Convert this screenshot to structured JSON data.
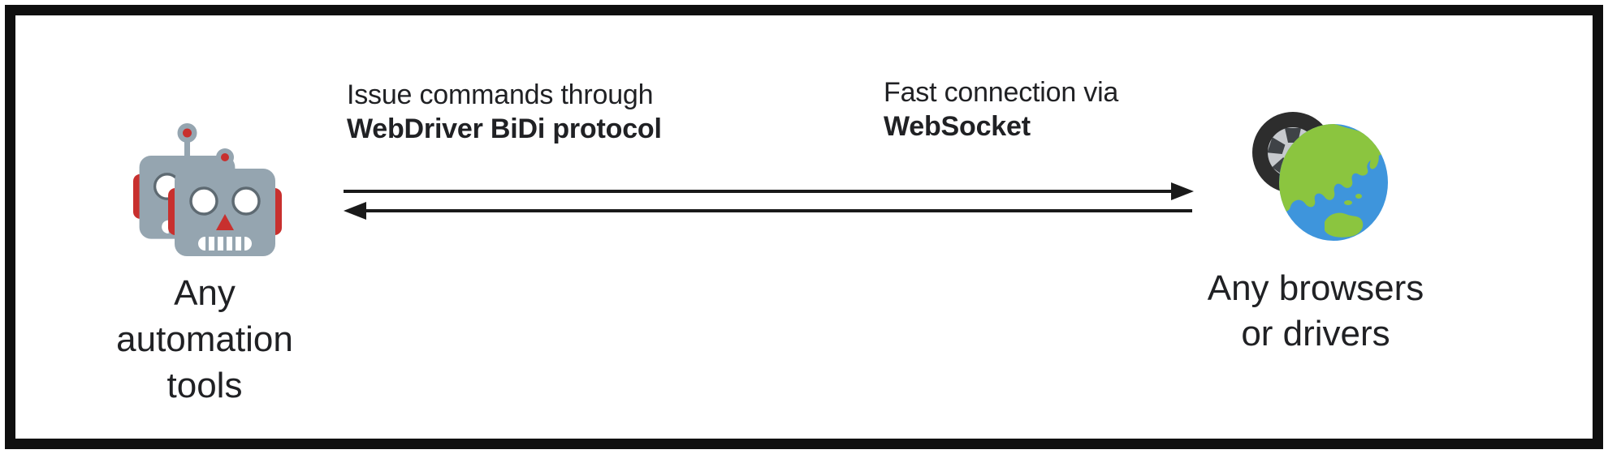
{
  "colors": {
    "text": "#202124",
    "robot_gray": "#95A5B0",
    "robot_red": "#C8302E",
    "globe_blue": "#3E95DC",
    "globe_green": "#8BC53F",
    "tire_dark": "#2D2D2D",
    "rim_silver": "#C7CACE",
    "arrow": "#1A1A1A",
    "border": "#0F0F0F"
  },
  "left_node": {
    "icon": "robots-icon",
    "lines": [
      "Any",
      "automation",
      "tools"
    ]
  },
  "right_node": {
    "icon": "wheel-globe-icon",
    "lines": [
      "Any browsers",
      "or drivers"
    ]
  },
  "labels": {
    "command": {
      "line1": "Issue commands through",
      "line2": "WebDriver BiDi protocol"
    },
    "connection": {
      "line1": "Fast connection via",
      "line2": "WebSocket"
    }
  },
  "arrows": {
    "top_direction": "left-to-right",
    "bottom_direction": "right-to-left"
  }
}
